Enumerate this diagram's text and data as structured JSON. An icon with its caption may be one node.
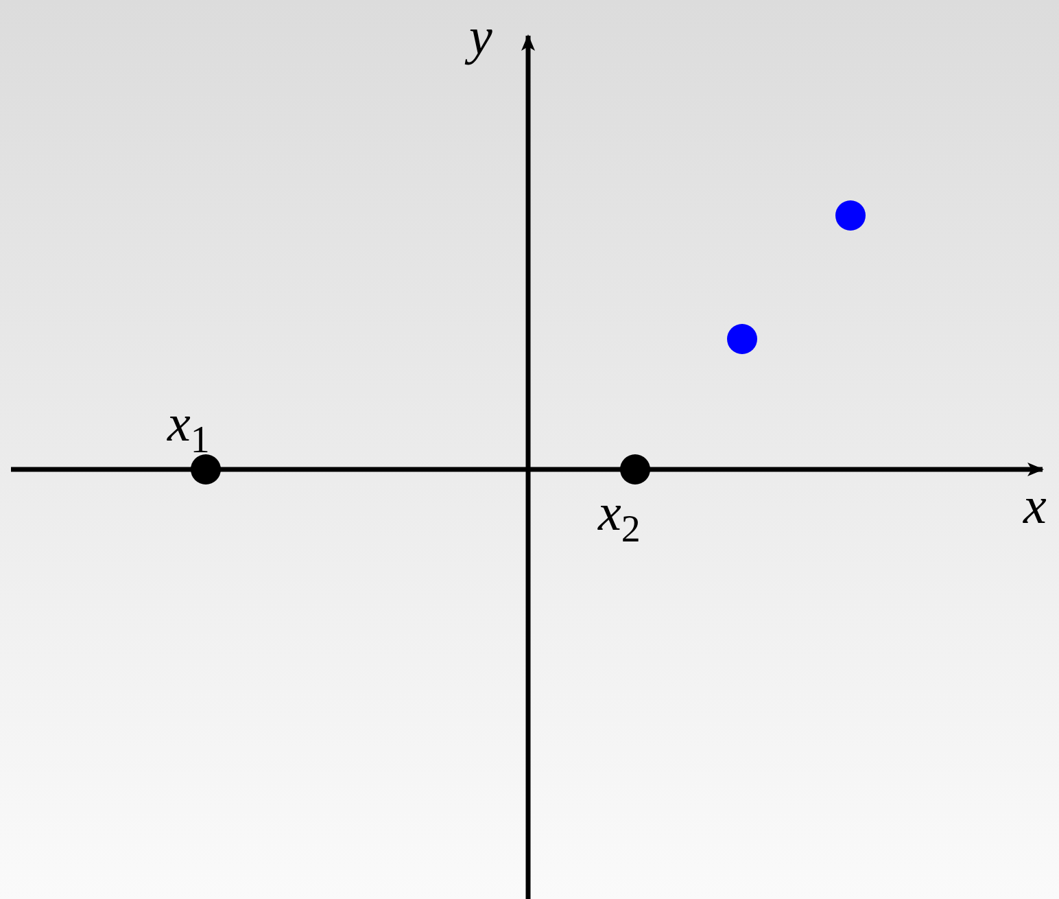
{
  "diagram": {
    "nodes": [
      {
        "text": [],
        "shape": "circle",
        "beside": [
          "x$_{1}$"
        ]
      },
      {
        "text": [],
        "shape": "circle",
        "beside": [
          "x$_{2}$"
        ]
      },
      {
        "text": [],
        "shape": "circle"
      },
      {
        "text": [],
        "shape": "circle"
      }
    ],
    "labels": [
      "y",
      "x"
    ]
  }
}
